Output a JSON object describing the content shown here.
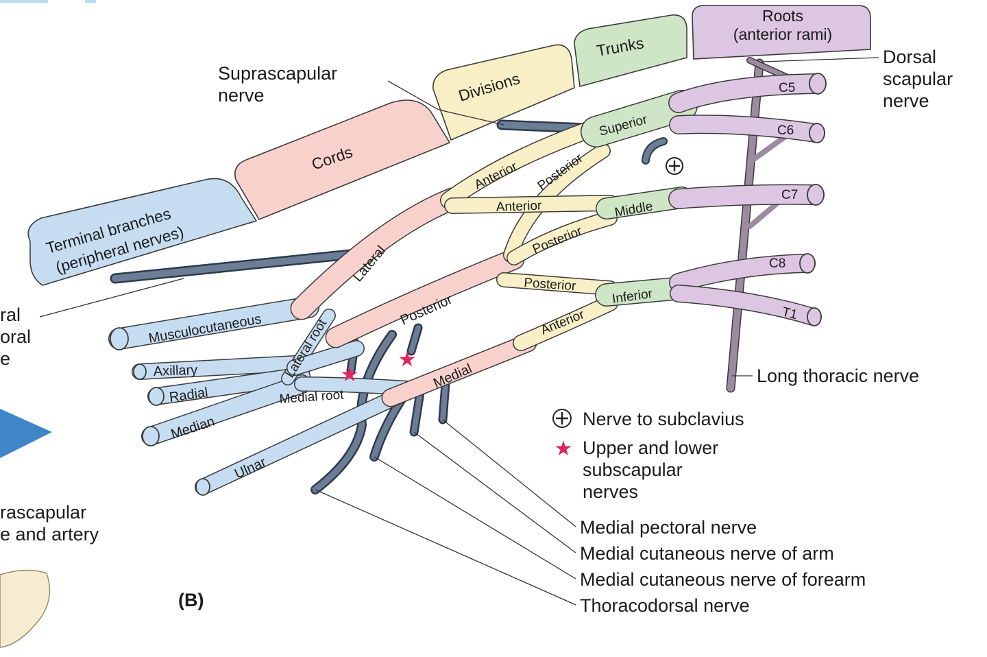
{
  "headers": {
    "roots": [
      "Roots",
      "(anterior rami)"
    ],
    "trunks": "Trunks",
    "divisions": "Divisions",
    "cords": "Cords",
    "terminal": [
      "Terminal branches",
      "(peripheral nerves)"
    ]
  },
  "roots": [
    "C5",
    "C6",
    "C7",
    "C8",
    "T1"
  ],
  "trunks": {
    "superior": "Superior",
    "middle": "Middle",
    "inferior": "Inferior"
  },
  "divisions": {
    "anterior": "Anterior",
    "posterior": "Posterior"
  },
  "cords": {
    "lateral": "Lateral",
    "posterior": "Posterior",
    "medial": "Medial"
  },
  "roots_of_median": {
    "lateral": "Lateral root",
    "medial": "Medial root"
  },
  "terminal_branches": {
    "musculocutaneous": "Musculocutaneous",
    "axillary": "Axillary",
    "radial": "Radial",
    "median": "Median",
    "ulnar": "Ulnar"
  },
  "callouts": {
    "suprascapular": [
      "Suprascapular",
      "nerve"
    ],
    "dorsal_scapular": [
      "Dorsal",
      "scapular",
      "nerve"
    ],
    "long_thoracic": "Long thoracic nerve",
    "medial_pectoral": "Medial pectoral nerve",
    "medial_cutaneous_arm": "Medial cutaneous nerve of arm",
    "medial_cutaneous_forearm": "Medial cutaneous nerve of forearm",
    "thoracodorsal": "Thoracodorsal nerve"
  },
  "legend": {
    "subclavius": "Nerve to subclavius",
    "subscapular": [
      "Upper and lower",
      "subscapular",
      "nerves"
    ]
  },
  "cropped_text": {
    "left_pectoral": [
      "ral",
      "oral",
      "e"
    ],
    "left_suprascapular": [
      "rascapular",
      "e and artery"
    ]
  },
  "panel_label": "(B)",
  "colors": {
    "root": "#dcc6e2",
    "trunk": "#cfe6c6",
    "division": "#f8efc6",
    "cord": "#f8d0cc",
    "terminal": "#c6ddf1",
    "branch": "#6c7e96",
    "spine": "#9c8aa1",
    "star": "#e0245e"
  }
}
